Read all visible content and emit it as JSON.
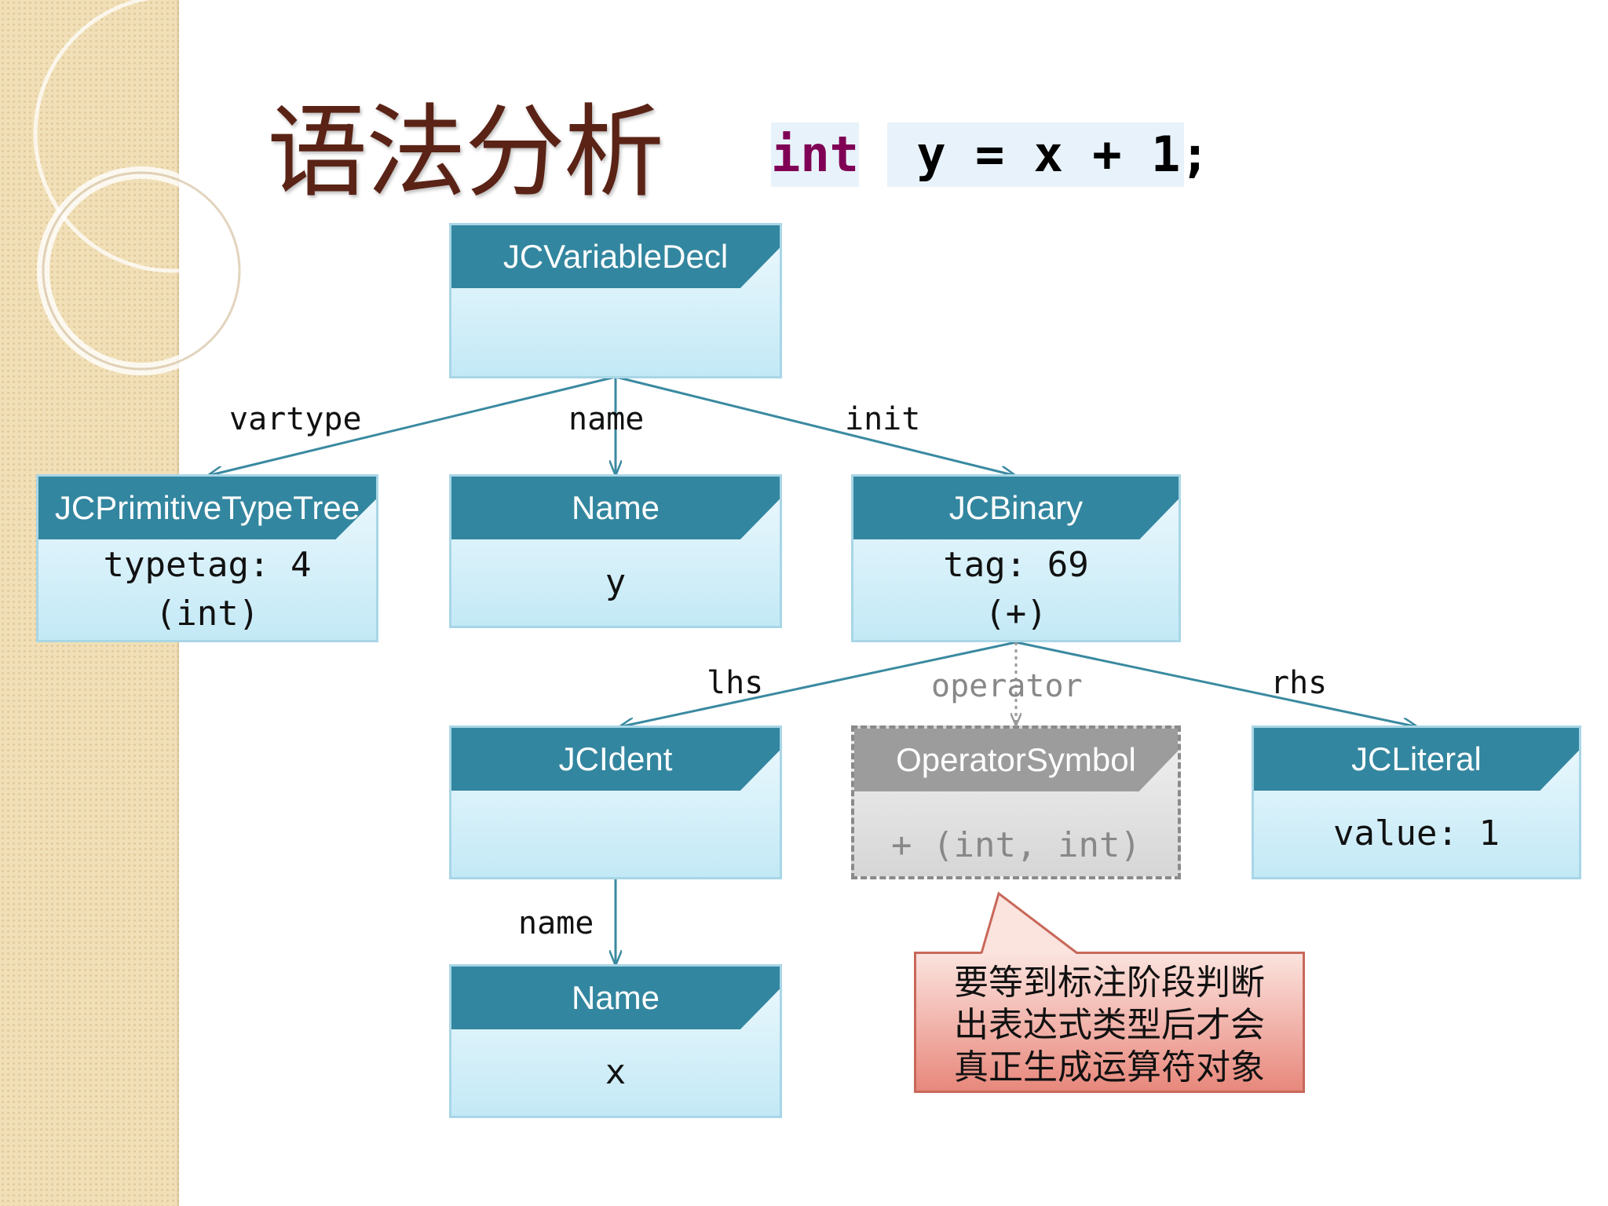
{
  "slide": {
    "title": "语法分析",
    "code": {
      "keyword": "int",
      "rest": " y = x + 1;"
    }
  },
  "edges": {
    "vartype": "vartype",
    "name": "name",
    "init": "init",
    "lhs": "lhs",
    "operator": "operator",
    "rhs": "rhs",
    "ident_name": "name"
  },
  "nodes": {
    "variable_decl": {
      "header": "JCVariableDecl"
    },
    "primitive_type": {
      "header": "JCPrimitiveTypeTree",
      "line1": "typetag: 4",
      "line2": "(int)"
    },
    "name_y": {
      "header": "Name",
      "value": "y"
    },
    "binary": {
      "header": "JCBinary",
      "line1": "tag: 69",
      "line2": "(+)"
    },
    "ident": {
      "header": "JCIdent"
    },
    "operator_symbol": {
      "header": "OperatorSymbol",
      "value": "+ (int, int)"
    },
    "literal": {
      "header": "JCLiteral",
      "value": "value: 1"
    },
    "name_x": {
      "header": "Name",
      "value": "x"
    }
  },
  "callout": {
    "lines": [
      "要等到标注阶段判断",
      "出表达式类型后才会",
      "真正生成运算符对象"
    ]
  },
  "colors": {
    "node_header": "#33869f",
    "edge": "#3a8aa0",
    "title": "#5a2316",
    "keyword": "#7f0055",
    "callout_border": "#c8685a"
  }
}
